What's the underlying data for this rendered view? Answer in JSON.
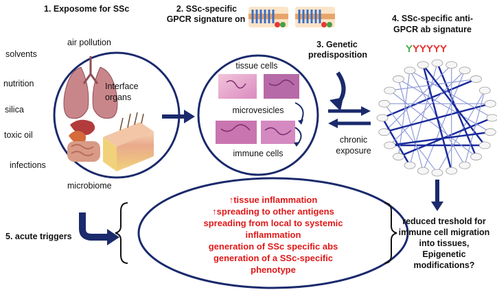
{
  "titles": {
    "step1": "1. Exposome for SSc",
    "step2_line1": "2. SSc-specific",
    "step2_line2": "GPCR signature on",
    "step3_line1": "3. Genetic",
    "step3_line2": "predisposition",
    "step4_line1": "4. SSc-specific anti-",
    "step4_line2": "GPCR ab signature",
    "step5": "5. acute triggers"
  },
  "exposome": {
    "air_pollution": "air pollution",
    "solvents": "solvents",
    "nutrition": "nutrition",
    "silica": "silica",
    "toxic_oil": "toxic oil",
    "infections": "infections",
    "microbiome": "microbiome",
    "interface_line1": "Interface",
    "interface_line2": "organs"
  },
  "cells": {
    "tissue_cells": "tissue cells",
    "microvesicles": "microvesicles",
    "immune_cells": "immune cells"
  },
  "chronic": {
    "line1": "chronic",
    "line2": "exposure"
  },
  "outcomes": [
    "↑tissue inflammation",
    "↑spreading to other antigens",
    "spreading from local to systemic",
    "inflammation",
    "generation of SSc specific abs",
    "generation of a SSc-specific",
    "phenotype"
  ],
  "right_text": [
    "reduced treshold for",
    "immune cell migration",
    "into tissues,",
    "Epigenetic modifications?"
  ],
  "colors": {
    "navy": "#1a2a6c",
    "red": "#e01818",
    "ab_colors": [
      "#4caf50",
      "#e53935",
      "#e53935",
      "#e53935",
      "#e53935",
      "#e53935"
    ]
  }
}
